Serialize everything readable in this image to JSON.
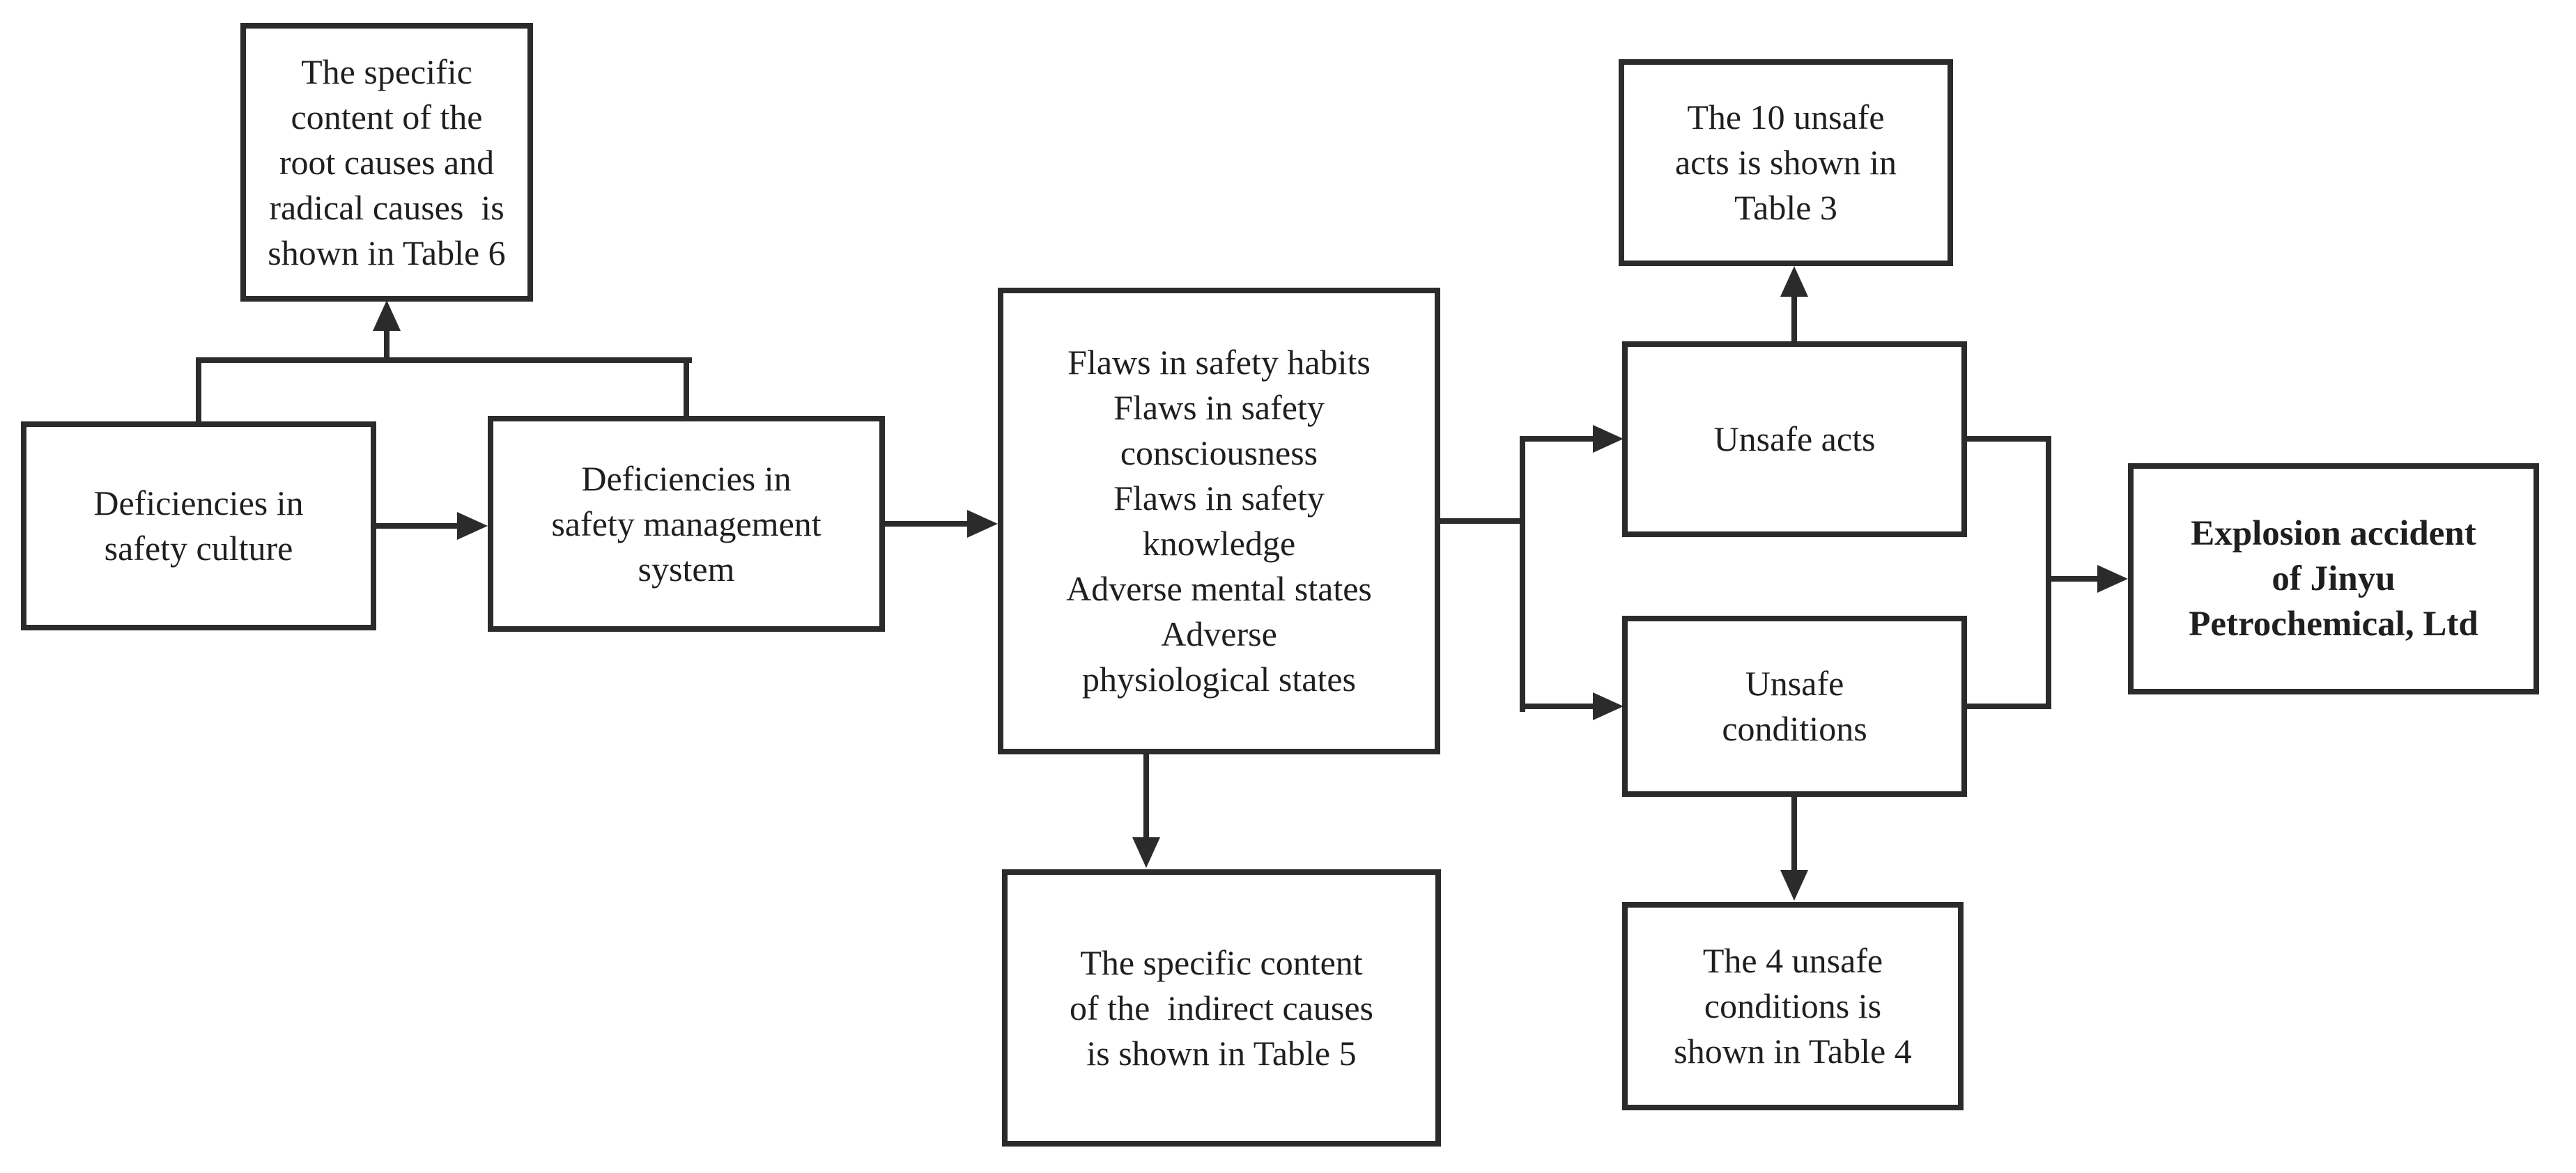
{
  "colors": {
    "line": "#2b2b2b",
    "text": "#1f1f1f",
    "background": "#ffffff"
  },
  "boxes": {
    "root_causes_note": {
      "lines": [
        "The specific",
        "content of the",
        "root causes and",
        "radical causes  is",
        "shown in Table 6"
      ]
    },
    "safety_culture": {
      "lines": [
        "Deficiencies in",
        "safety culture"
      ]
    },
    "safety_management": {
      "lines": [
        "Deficiencies in",
        "safety management",
        "system"
      ]
    },
    "indirect_causes": {
      "lines": [
        "Flaws in safety habits",
        "Flaws in safety",
        "consciousness",
        "Flaws in safety",
        "knowledge",
        "Adverse mental states",
        "Adverse",
        "physiological states"
      ]
    },
    "indirect_causes_note": {
      "lines": [
        "The specific content",
        "of the  indirect causes",
        "is shown in Table 5"
      ]
    },
    "unsafe_acts_note": {
      "lines": [
        "The 10 unsafe",
        "acts is shown in",
        "Table 3"
      ]
    },
    "unsafe_acts": {
      "lines": [
        "Unsafe acts"
      ]
    },
    "unsafe_conditions": {
      "lines": [
        "Unsafe",
        "conditions"
      ]
    },
    "unsafe_conditions_note": {
      "lines": [
        "The 4 unsafe",
        "conditions is",
        "shown in Table 4"
      ]
    },
    "explosion_accident": {
      "lines": [
        "Explosion accident",
        "of Jinyu",
        "Petrochemical, Ltd"
      ]
    }
  }
}
